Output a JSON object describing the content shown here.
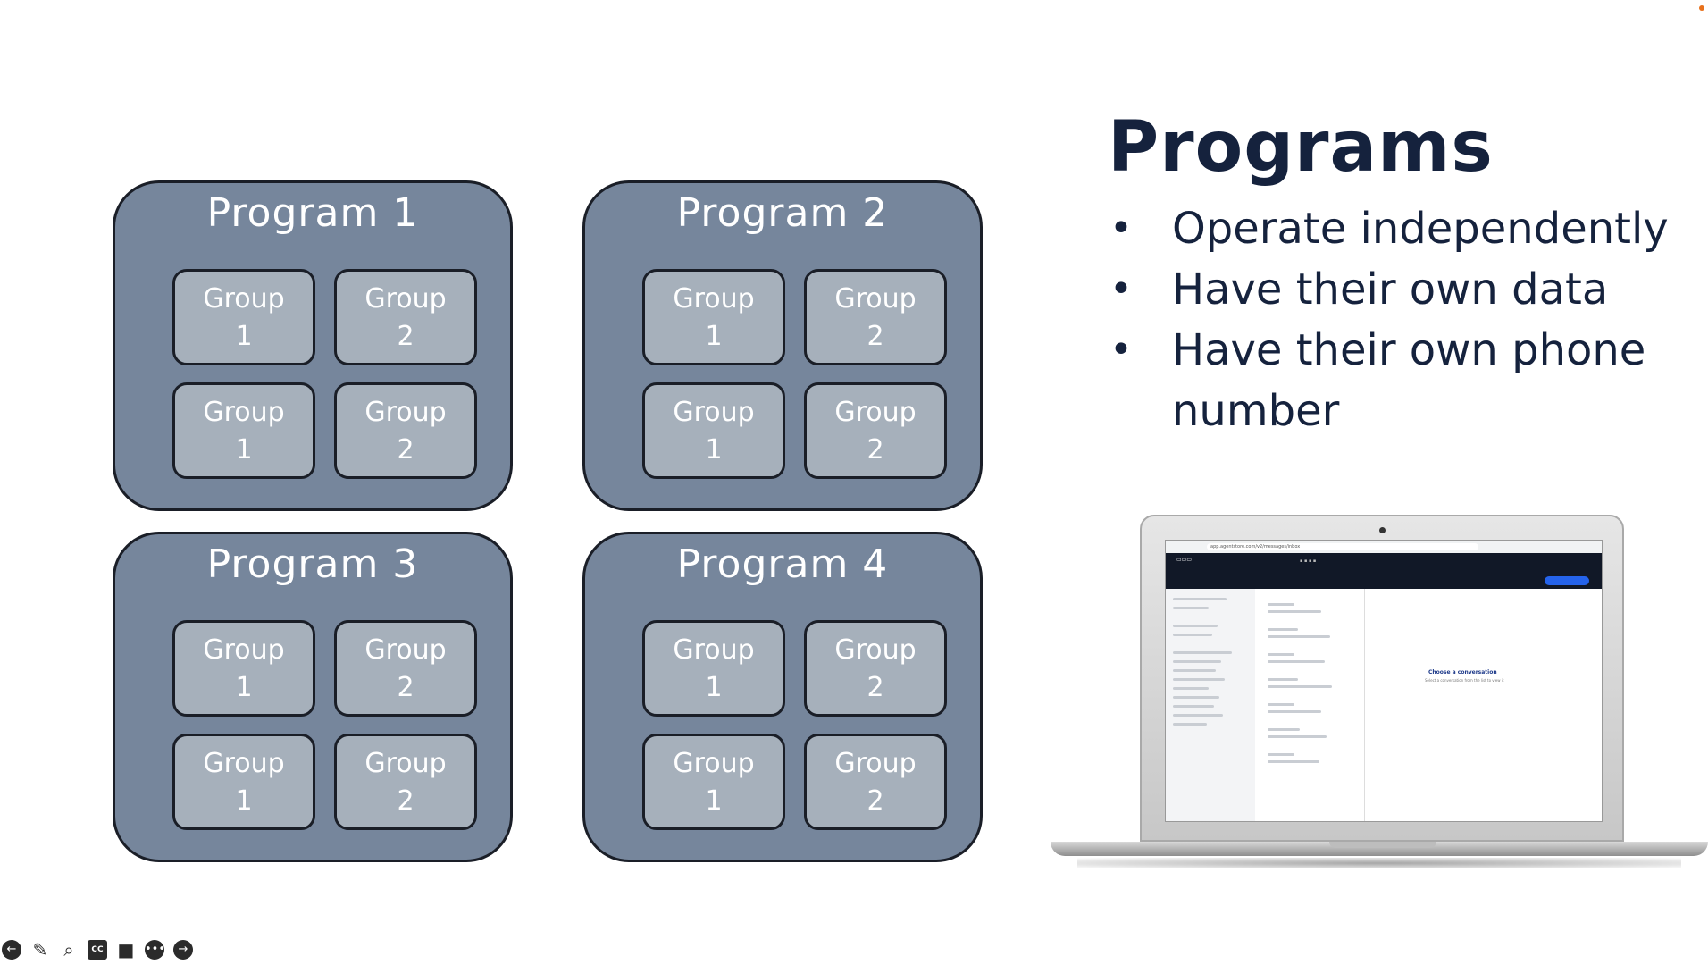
{
  "programs": [
    {
      "title": "Program 1",
      "groups": [
        [
          "Group",
          "1"
        ],
        [
          "Group",
          "2"
        ],
        [
          "Group",
          "1"
        ],
        [
          "Group",
          "2"
        ]
      ]
    },
    {
      "title": "Program 2",
      "groups": [
        [
          "Group",
          "1"
        ],
        [
          "Group",
          "2"
        ],
        [
          "Group",
          "1"
        ],
        [
          "Group",
          "2"
        ]
      ]
    },
    {
      "title": "Program 3",
      "groups": [
        [
          "Group",
          "1"
        ],
        [
          "Group",
          "2"
        ],
        [
          "Group",
          "1"
        ],
        [
          "Group",
          "2"
        ]
      ]
    },
    {
      "title": "Program 4",
      "groups": [
        [
          "Group",
          "1"
        ],
        [
          "Group",
          "2"
        ],
        [
          "Group",
          "1"
        ],
        [
          "Group",
          "2"
        ]
      ]
    }
  ],
  "slide": {
    "title": "Programs",
    "bullets": [
      "Operate independently",
      "Have their own data",
      "Have their own phone number"
    ]
  },
  "laptop_screen": {
    "url": "app.agentstore.com/v2/messages/inbox",
    "chat_title": "Choose a conversation",
    "chat_subtitle": "Select a conversation from the list to view it"
  },
  "colors": {
    "program_fill": "#76869c",
    "group_fill": "#a6b0bb",
    "heading": "#15223d"
  },
  "toolbar": {
    "icons": [
      "back-icon",
      "pen-icon",
      "zoom-icon",
      "captions-icon",
      "camera-icon",
      "more-icon",
      "forward-icon"
    ],
    "captions_label": "CC"
  }
}
